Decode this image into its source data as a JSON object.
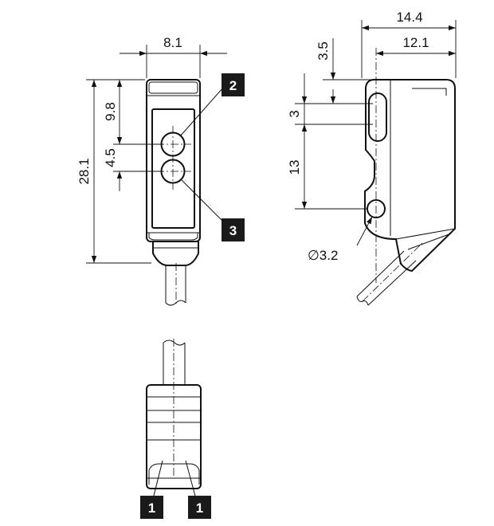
{
  "dimensions": {
    "front_width": "8.1",
    "front_height": "28.1",
    "front_top_to_led": "9.8",
    "front_led_spacing": "4.5",
    "side_total_depth": "14.4",
    "side_body_depth": "12.1",
    "side_top_to_hole": "3.5",
    "side_slot_height": "3",
    "side_hole_spacing": "13",
    "side_hole_diameter": "∅3.2"
  },
  "callouts": {
    "emitter_label": "2",
    "receiver_label": "3",
    "indicator_left_label": "1",
    "indicator_right_label": "1"
  },
  "colors": {
    "line": "#111111",
    "callout_fill": "#1a1a1a",
    "callout_text": "#ffffff"
  }
}
